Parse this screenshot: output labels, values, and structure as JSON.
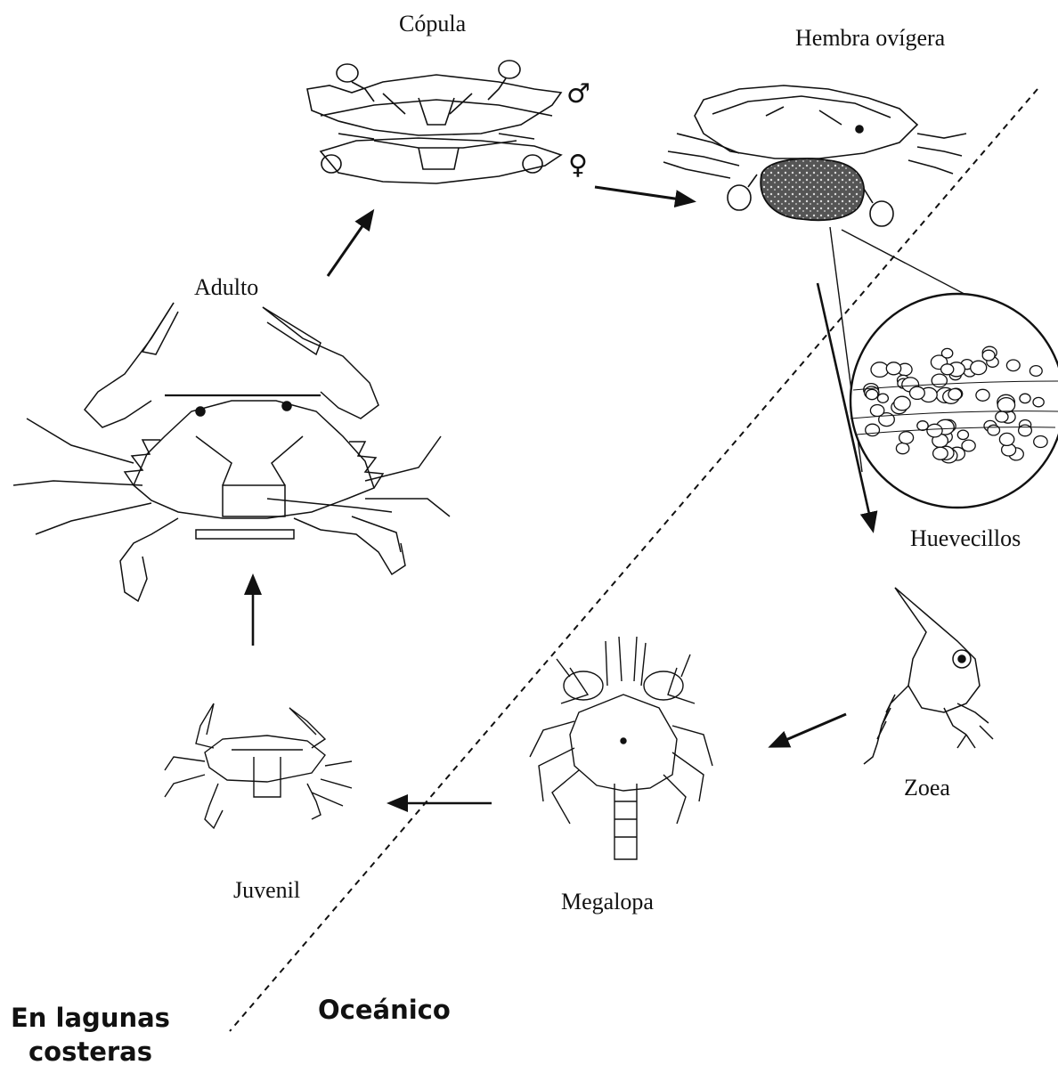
{
  "stages": {
    "copula": "Cópula",
    "hembra": "Hembra ovígera",
    "huevecillos": "Huevecillos",
    "zoea": "Zoea",
    "megalopa": "Megalopa",
    "juvenil": "Juvenil",
    "adulto": "Adulto"
  },
  "symbols": {
    "male": "♂",
    "female": "♀"
  },
  "regions": {
    "lagunas_line1": "En lagunas",
    "lagunas_line2": "costeras",
    "oceanico": "Oceánico"
  },
  "colors": {
    "ink": "#111111",
    "background": "#ffffff",
    "egg_mass": "#3a3a3a"
  }
}
